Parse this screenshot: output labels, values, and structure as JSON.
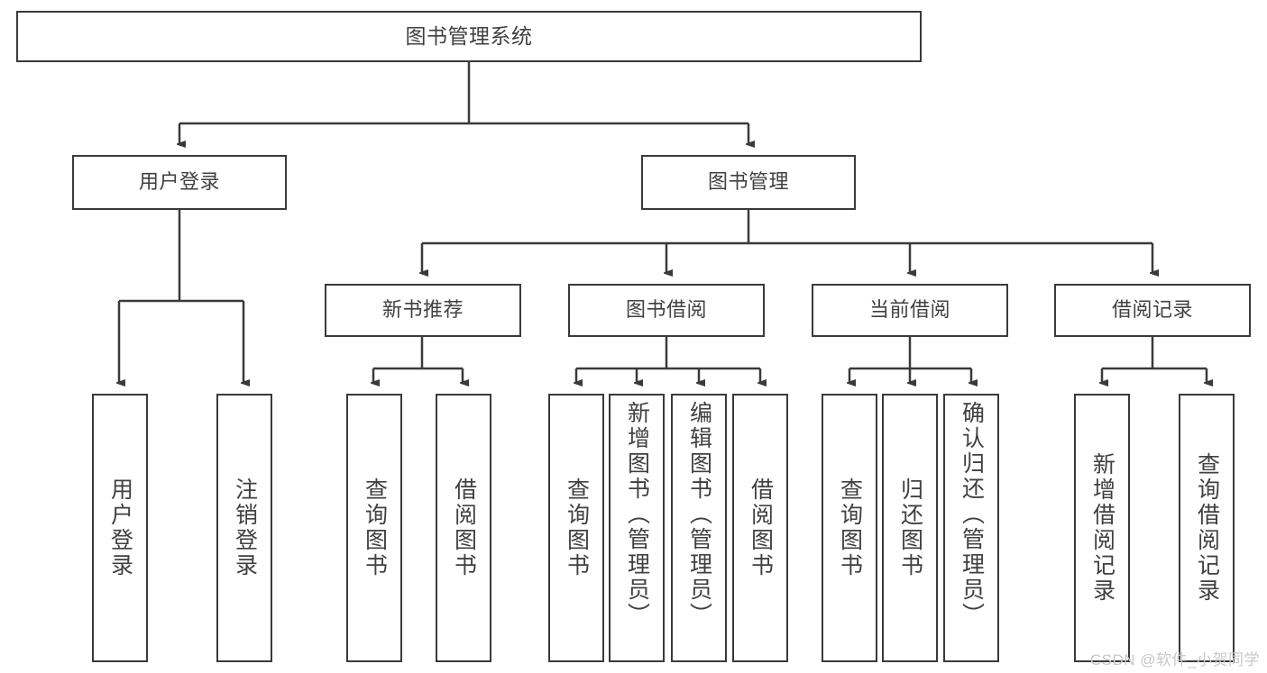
{
  "diagram": {
    "title": "图书管理系统",
    "watermark": "CSDN @软件_小贺同学",
    "colors": {
      "stroke": "#3a3a3a",
      "text": "#404040",
      "background": "#ffffff",
      "watermark": "#c8c8c8"
    },
    "root": {
      "label": "图书管理系统"
    },
    "level1": [
      {
        "label": "用户登录"
      },
      {
        "label": "图书管理"
      }
    ],
    "level2": [
      {
        "label": "新书推荐"
      },
      {
        "label": "图书借阅"
      },
      {
        "label": "当前借阅"
      },
      {
        "label": "借阅记录"
      }
    ],
    "leaves": {
      "user_login": [
        {
          "label": "用户登录"
        },
        {
          "label": "注销登录"
        }
      ],
      "new_book_recommend": [
        {
          "label": "查询图书"
        },
        {
          "label": "借阅图书"
        }
      ],
      "book_borrow": [
        {
          "label": "查询图书"
        },
        {
          "label": "新增图书（管理员）"
        },
        {
          "label": "编辑图书（管理员）"
        },
        {
          "label": "借阅图书"
        }
      ],
      "current_borrow": [
        {
          "label": "查询图书"
        },
        {
          "label": "归还图书"
        },
        {
          "label": "确认归还（管理员）"
        }
      ],
      "borrow_record": [
        {
          "label": "新增借阅记录"
        },
        {
          "label": "查询借阅记录"
        }
      ]
    }
  }
}
